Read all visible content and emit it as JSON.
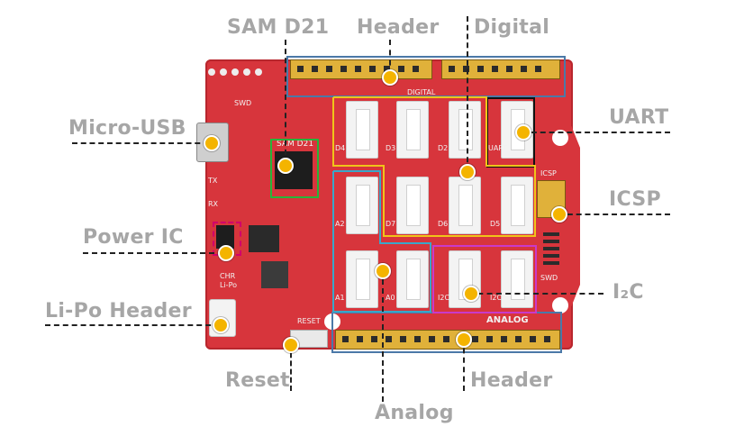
{
  "labels": {
    "sam_d21": "SAM D21",
    "header_top": "Header",
    "digital": "Digital",
    "micro_usb": "Micro-USB",
    "uart": "UART",
    "icsp": "ICSP",
    "power_ic": "Power IC",
    "i2c": "I₂C",
    "lipo_header": "Li-Po Header",
    "reset": "Reset",
    "header_bottom": "Header",
    "analog": "Analog"
  },
  "silkscreen": {
    "chip_name": "SAM D21",
    "digital": "DIGITAL",
    "analog": "ANALOG",
    "swd_top": "SWD",
    "swd_right": "SWD",
    "icsp": "ICSP",
    "tx": "TX",
    "rx": "RX",
    "chr": "CHR",
    "lipo": "Li-Po",
    "reset": "RESET",
    "grove": [
      "D4",
      "D3",
      "D2",
      "UART",
      "A2",
      "D7",
      "D6",
      "D5",
      "A1",
      "A0",
      "I2C",
      "I2C"
    ]
  },
  "colors": {
    "board": "#d7353c",
    "callout_dot": "#f4b400",
    "label_text": "#a6a6a6",
    "sam_box": "#27b53a",
    "header_box": "#4b79a8",
    "digital_box": "#f0c419",
    "uart_box": "#111111",
    "analog_box": "#3aa7c9",
    "i2c_box": "#c93ac9",
    "power_box": "#d1006b"
  }
}
